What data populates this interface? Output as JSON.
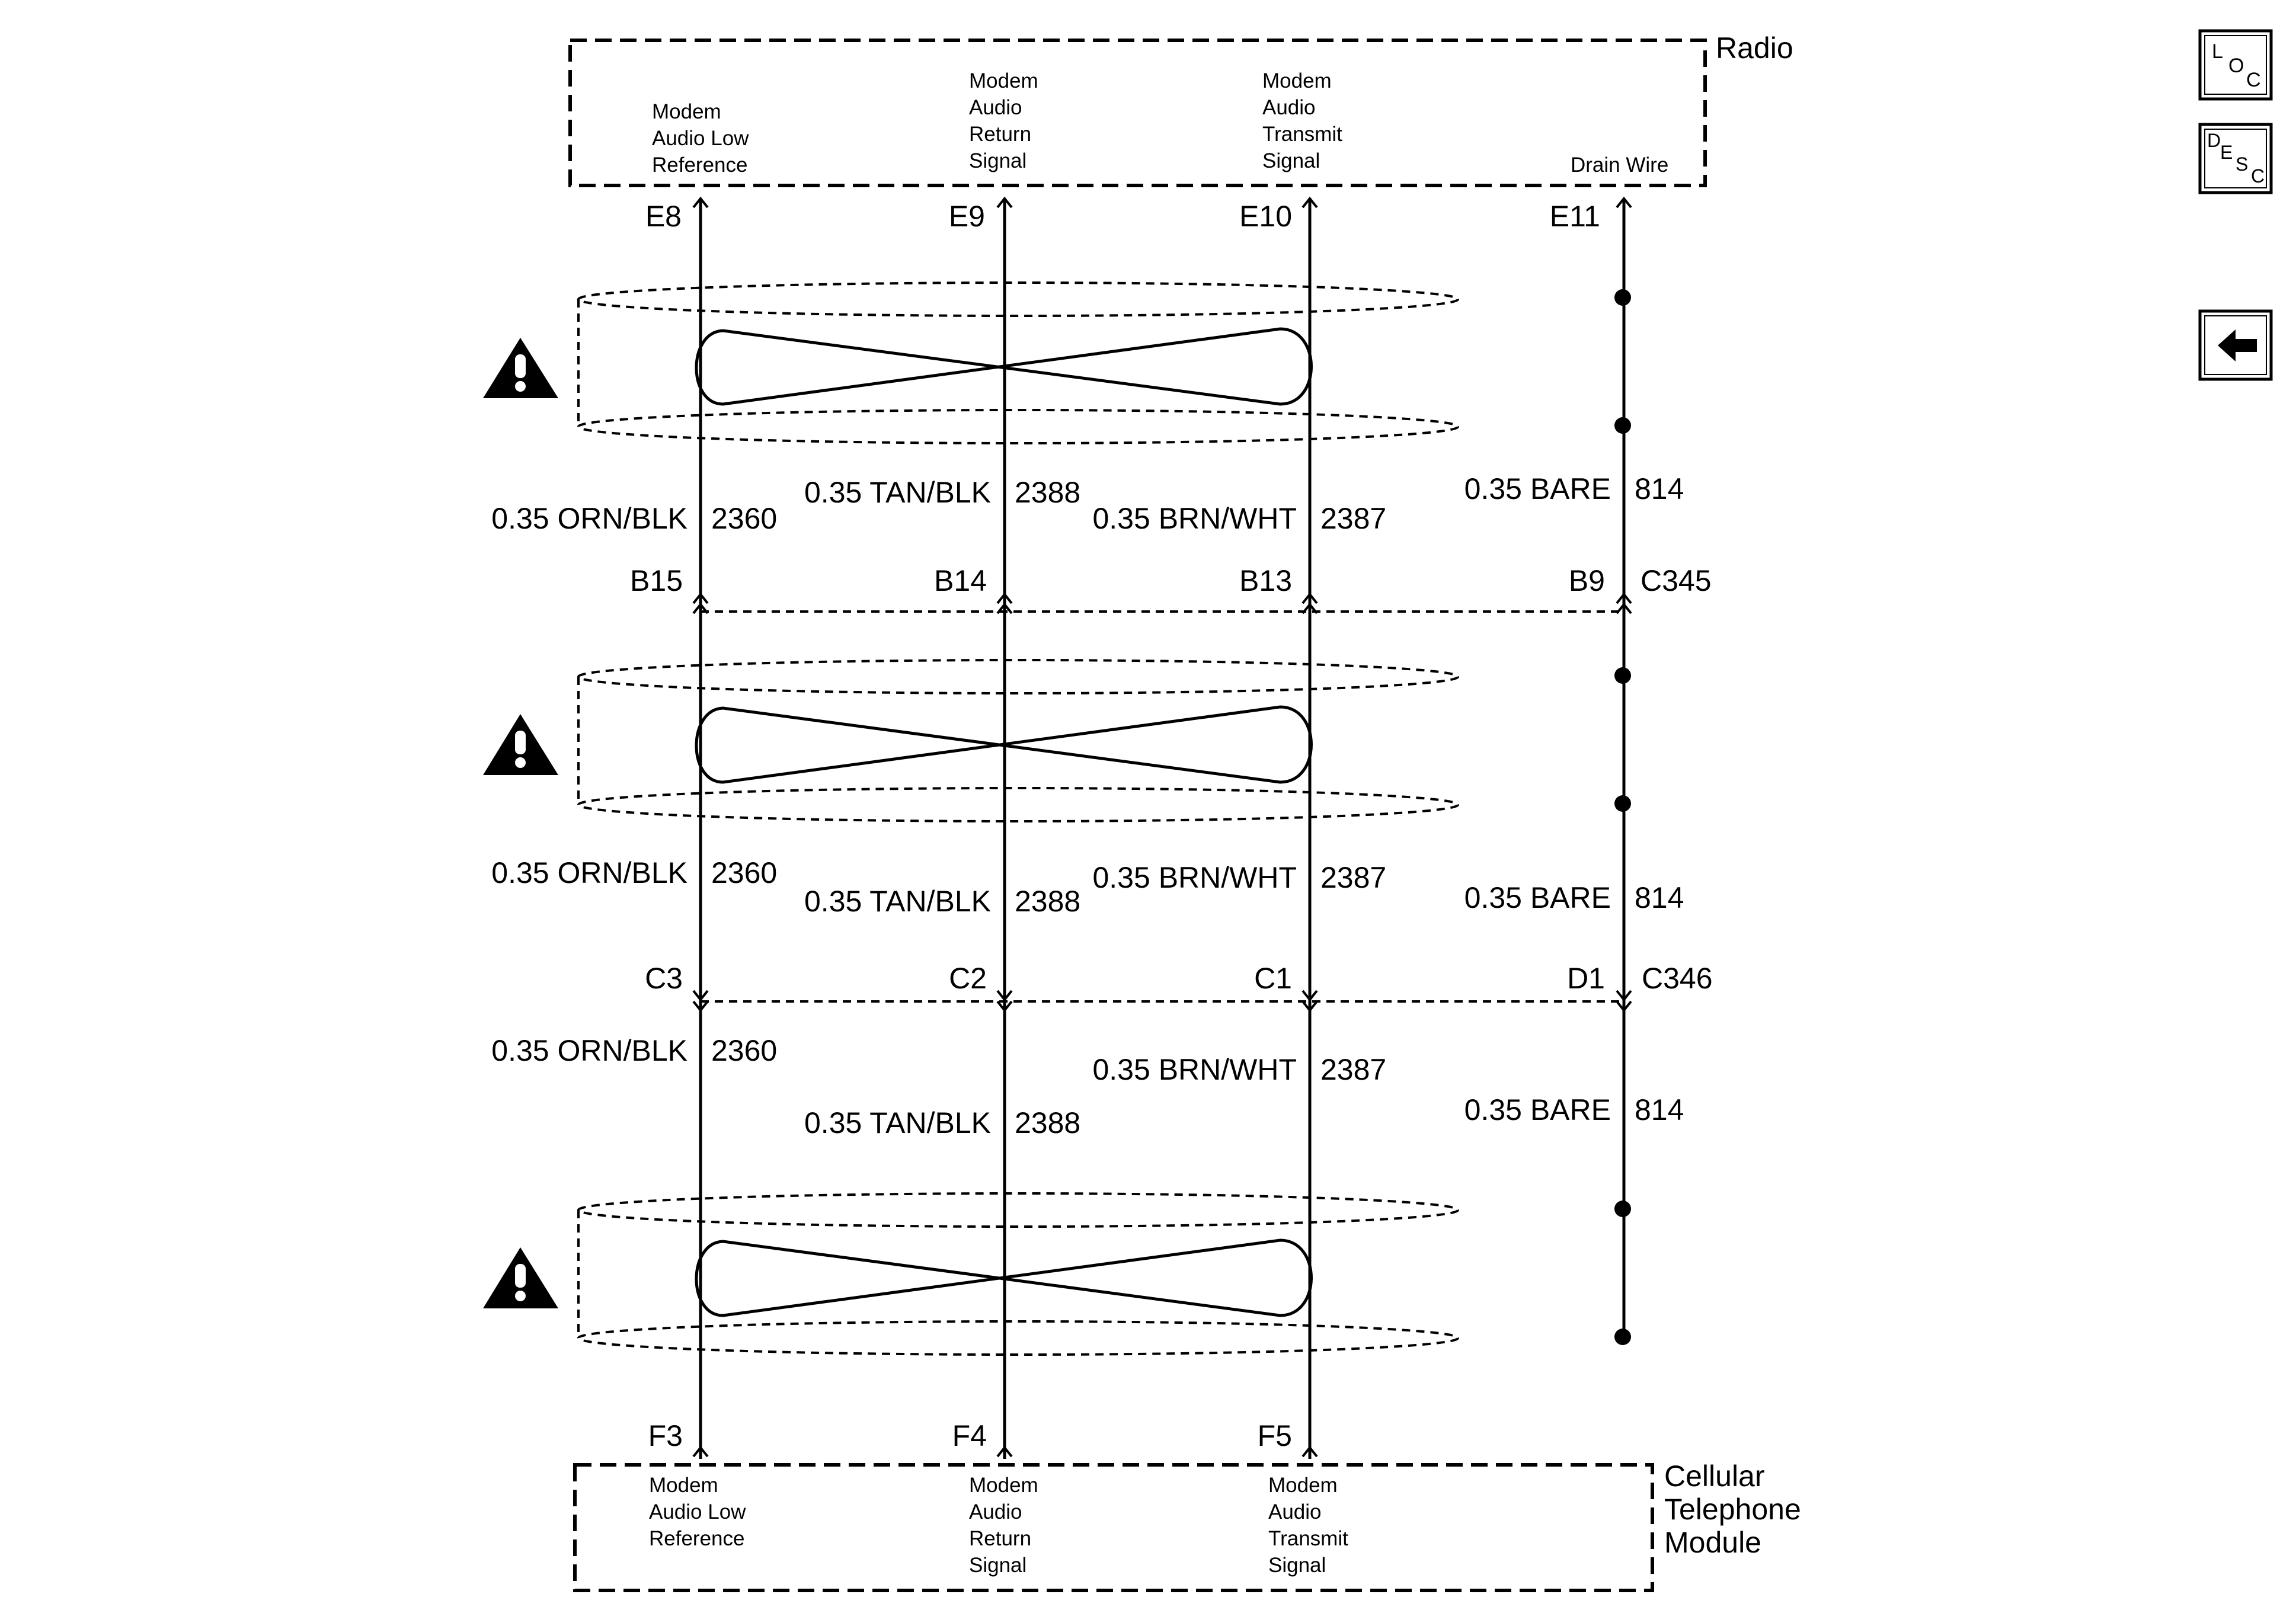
{
  "radio": {
    "title": "Radio",
    "pins": [
      {
        "pin": "E8",
        "lines": [
          "Modem",
          "Audio Low",
          "Reference"
        ]
      },
      {
        "pin": "E9",
        "lines": [
          "Modem",
          "Audio",
          "Return",
          "Signal"
        ]
      },
      {
        "pin": "E10",
        "lines": [
          "Modem",
          "Audio",
          "Transmit",
          "Signal"
        ]
      },
      {
        "pin": "E11",
        "lines": [
          "Drain Wire"
        ]
      }
    ]
  },
  "module": {
    "title_lines": [
      "Cellular",
      "Telephone",
      "Module"
    ],
    "pins": [
      {
        "pin": "F3",
        "lines": [
          "Modem",
          "Audio Low",
          "Reference"
        ]
      },
      {
        "pin": "F4",
        "lines": [
          "Modem",
          "Audio",
          "Return",
          "Signal"
        ]
      },
      {
        "pin": "F5",
        "lines": [
          "Modem",
          "Audio",
          "Transmit",
          "Signal"
        ]
      }
    ]
  },
  "wires": {
    "seg1": [
      {
        "spec": "0.35 ORN/BLK",
        "circuit": "2360"
      },
      {
        "spec": "0.35 TAN/BLK",
        "circuit": "2388"
      },
      {
        "spec": "0.35 BRN/WHT",
        "circuit": "2387"
      },
      {
        "spec": "0.35 BARE",
        "circuit": "814"
      }
    ],
    "seg2": [
      {
        "spec": "0.35 ORN/BLK",
        "circuit": "2360"
      },
      {
        "spec": "0.35 TAN/BLK",
        "circuit": "2388"
      },
      {
        "spec": "0.35 BRN/WHT",
        "circuit": "2387"
      },
      {
        "spec": "0.35 BARE",
        "circuit": "814"
      }
    ],
    "seg3": [
      {
        "spec": "0.35 ORN/BLK",
        "circuit": "2360"
      },
      {
        "spec": "0.35 TAN/BLK",
        "circuit": "2388"
      },
      {
        "spec": "0.35 BRN/WHT",
        "circuit": "2387"
      },
      {
        "spec": "0.35 BARE",
        "circuit": "814"
      }
    ]
  },
  "connectors": {
    "c345": {
      "name": "C345",
      "pins": [
        "B15",
        "B14",
        "B13",
        "B9"
      ]
    },
    "c346": {
      "name": "C346",
      "pins": [
        "C3",
        "C2",
        "C1",
        "D1"
      ]
    }
  },
  "side_buttons": {
    "loc": {
      "letters": [
        "L",
        "O",
        "C"
      ]
    },
    "desc": {
      "letters": [
        "D",
        "E",
        "S",
        "C"
      ]
    },
    "back": {
      "icon": "back-arrow-icon"
    }
  },
  "icons": {
    "warning": "warning-icon"
  }
}
